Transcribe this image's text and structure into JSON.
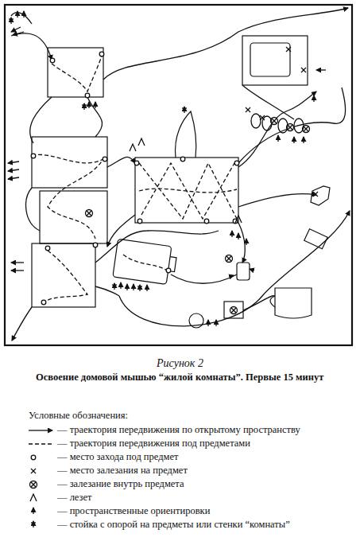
{
  "diagram": {
    "caption": "Рисунок 2",
    "labels": [
      "Освоение домовой мышью “жилой комнаты”. Первые 15 минут",
      "Условные обозначения:"
    ],
    "legend": [
      {
        "text": "— траектория передвижения по открытому пространству"
      },
      {
        "text": "— траектория передвижения под предметами"
      },
      {
        "text": "— место захода под предмет"
      },
      {
        "text": "— место залезания на предмет"
      },
      {
        "text": "— залезание внутрь предмета"
      },
      {
        "text": "— лезет"
      },
      {
        "text": "— пространственные ориентировки"
      },
      {
        "text": "— стойка с опорой на предметы или стенки “комнаты”"
      }
    ]
  }
}
